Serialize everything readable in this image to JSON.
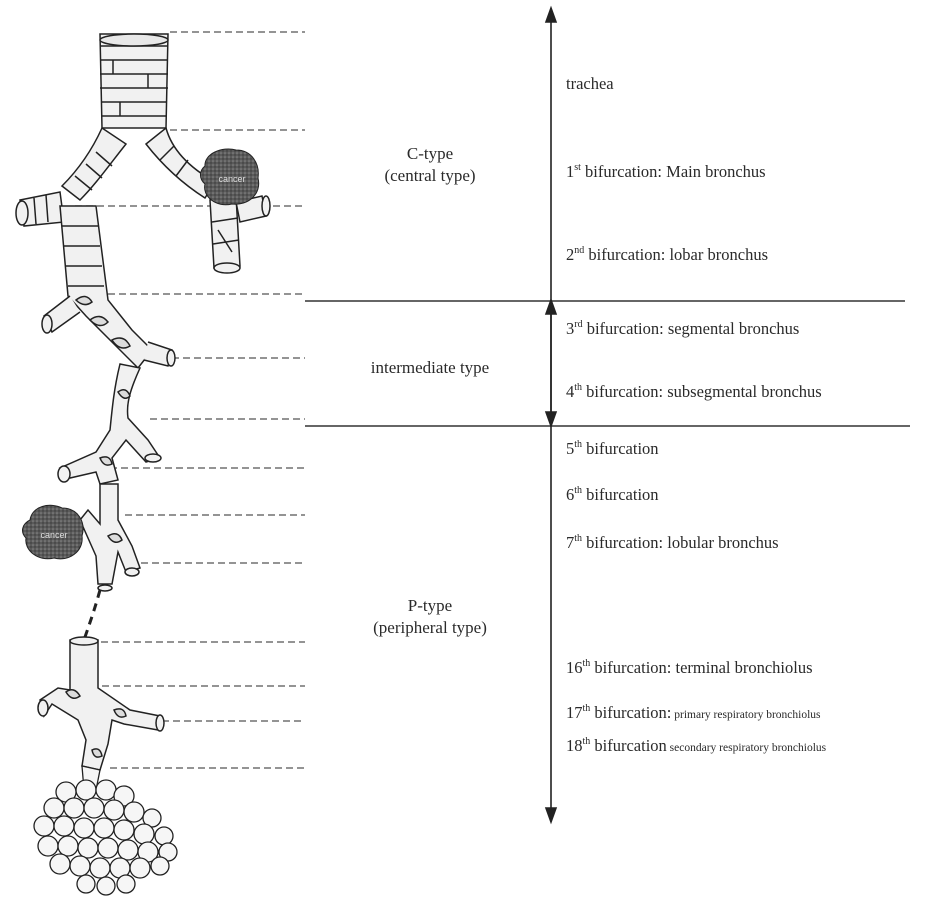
{
  "zones": {
    "c_type": {
      "name": "C-type",
      "sub": "(central type)"
    },
    "intermediate": {
      "name": "intermediate type"
    },
    "p_type": {
      "name": "P-type",
      "sub": "(peripheral type)"
    }
  },
  "tumor_label": "cancer",
  "levels": [
    {
      "num": "",
      "sup": "",
      "text": "trachea",
      "desc": ""
    },
    {
      "num": "1",
      "sup": "st",
      "text": " bifurcation: Main bronchus",
      "desc": ""
    },
    {
      "num": "2",
      "sup": "nd",
      "text": " bifurcation: lobar bronchus",
      "desc": ""
    },
    {
      "num": "3",
      "sup": "rd",
      "text": " bifurcation: segmental bronchus",
      "desc": ""
    },
    {
      "num": "4",
      "sup": "th",
      "text": " bifurcation: subsegmental bronchus",
      "desc": ""
    },
    {
      "num": "5",
      "sup": "th",
      "text": " bifurcation",
      "desc": ""
    },
    {
      "num": "6",
      "sup": "th",
      "text": " bifurcation",
      "desc": ""
    },
    {
      "num": "7",
      "sup": "th",
      "text": " bifurcation: lobular bronchus",
      "desc": ""
    },
    {
      "num": "16",
      "sup": "th",
      "text": " bifurcation: terminal bronchiolus",
      "desc": ""
    },
    {
      "num": "17",
      "sup": "th",
      "text": " bifurcation:",
      "desc": " primary respiratory bronchiolus"
    },
    {
      "num": "18",
      "sup": "th",
      "text": " bifurcation",
      "desc": " secondary respiratory bronchiolus"
    }
  ]
}
